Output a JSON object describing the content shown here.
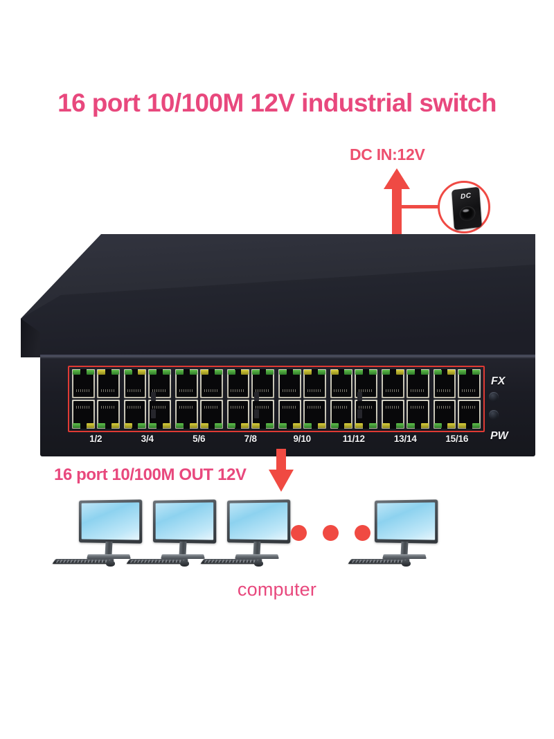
{
  "page": {
    "title": "16 port 10/100M 12V industrial switch",
    "background_color": "#ffffff"
  },
  "colors": {
    "title_pink": "#e8487d",
    "arrow_red": "#ef4a44",
    "outline_red": "#e03a34",
    "dot_red": "#f04a42",
    "chassis_dark": "#1b1c24"
  },
  "annotations": {
    "dc_in_label": "DC IN:12V",
    "out_label": "16 port 10/100M OUT 12V",
    "computer_caption": "computer",
    "up_arrow": "arrow-up-icon",
    "down_arrow": "arrow-down-icon",
    "leader_line": "leader-line"
  },
  "dc_callout": {
    "plate_text": "DC",
    "jack": "dc-barrel-jack-icon"
  },
  "device": {
    "name": "industrial-ethernet-switch",
    "port_groups": [
      {
        "label": "1/2",
        "ports": [
          "1",
          "2"
        ]
      },
      {
        "label": "3/4",
        "ports": [
          "3",
          "4"
        ]
      },
      {
        "label": "5/6",
        "ports": [
          "5",
          "6"
        ]
      },
      {
        "label": "7/8",
        "ports": [
          "7",
          "8"
        ]
      },
      {
        "label": "9/10",
        "ports": [
          "9",
          "10"
        ]
      },
      {
        "label": "11/12",
        "ports": [
          "11",
          "12"
        ]
      },
      {
        "label": "13/14",
        "ports": [
          "13",
          "14"
        ]
      },
      {
        "label": "15/16",
        "ports": [
          "15",
          "16"
        ]
      }
    ],
    "indicators": {
      "fx_label": "FX",
      "pw_label": "PW",
      "led_count": 2
    },
    "total_ports": 16,
    "port_type": "RJ45"
  },
  "computers": {
    "count": 4,
    "label": "computer",
    "ellipsis_dots": 3
  }
}
